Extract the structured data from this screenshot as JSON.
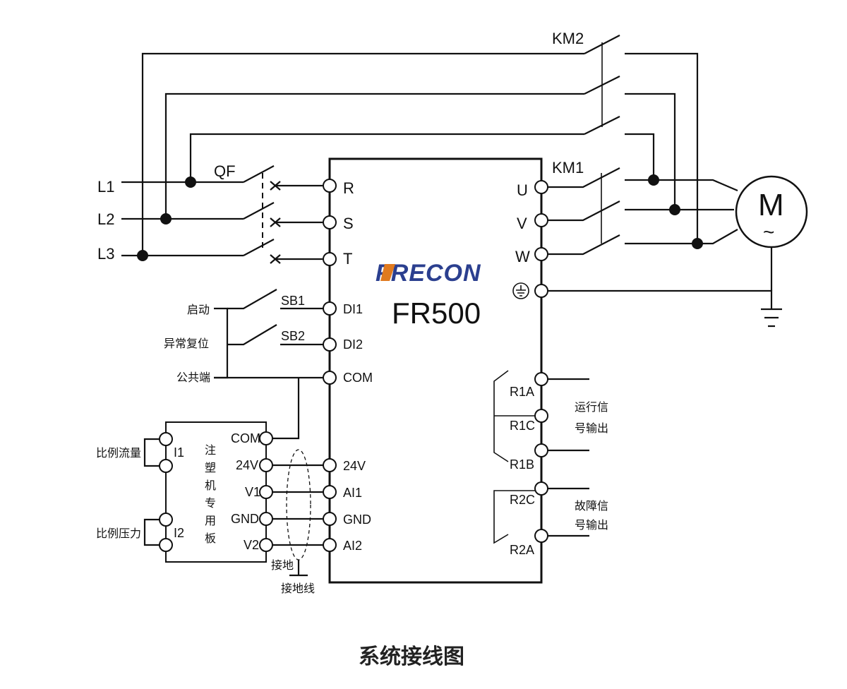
{
  "caption": "系统接线图",
  "brand": {
    "logo_text": "FRECON",
    "model": "FR500",
    "colors": {
      "primary": "#2b3f8f",
      "accent": "#e07a1f"
    }
  },
  "power": {
    "lines": [
      "L1",
      "L2",
      "L3"
    ],
    "breaker": "QF",
    "contactor_bypass": "KM2",
    "contactor_output": "KM1"
  },
  "inputs": {
    "R": "R",
    "S": "S",
    "T": "T"
  },
  "outputs": {
    "U": "U",
    "V": "V",
    "W": "W",
    "ground_symbol": "ground-icon"
  },
  "motor": {
    "letter": "M",
    "symbol": "~"
  },
  "digital": {
    "start": "启动",
    "reset": "异常复位",
    "common": "公共端",
    "sb1": "SB1",
    "sb2": "SB2",
    "di1": "DI1",
    "di2": "DI2",
    "com": "COM"
  },
  "analog": {
    "v24": "24V",
    "ai1": "AI1",
    "gnd": "GND",
    "ai2": "AI2"
  },
  "board": {
    "title_chars": [
      "注",
      "塑",
      "机",
      "专",
      "用",
      "板"
    ],
    "com": "COM",
    "v24": "24V",
    "v1": "V1",
    "gnd": "GND",
    "v2": "V2",
    "i1": "I1",
    "i2": "I2",
    "flow": "比例流量",
    "pressure": "比例压力",
    "earth": "接地",
    "earth_wire": "接地线"
  },
  "relays": {
    "r1a": "R1A",
    "r1c": "R1C",
    "r1b": "R1B",
    "r2c": "R2C",
    "r2a": "R2A",
    "run_signal": [
      "运行信",
      "号输出"
    ],
    "fault_signal": [
      "故障信",
      "号输出"
    ]
  }
}
